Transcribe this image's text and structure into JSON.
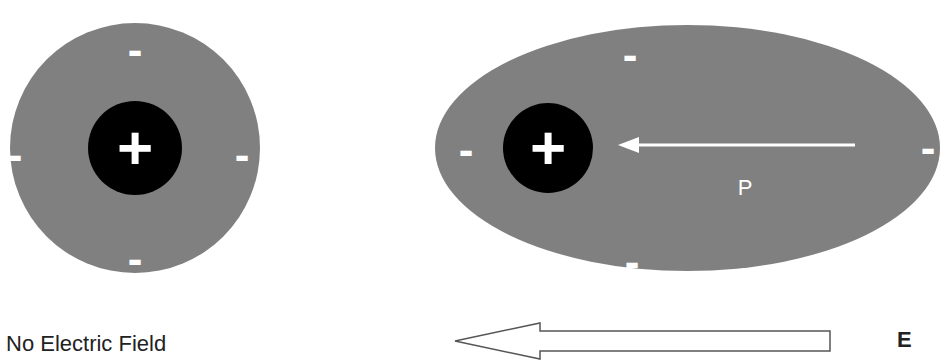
{
  "diagram": {
    "nodes": [
      {
        "text": [
          "-",
          "-",
          "-",
          "-"
        ]
      },
      {
        "text": [
          "+"
        ],
        "in": 0
      },
      {
        "text": [
          "-",
          "-",
          "-",
          "-",
          "P"
        ]
      },
      {
        "text": [
          "+"
        ],
        "in": 2
      }
    ],
    "labels": [
      "No Electric Field",
      "E"
    ]
  }
}
